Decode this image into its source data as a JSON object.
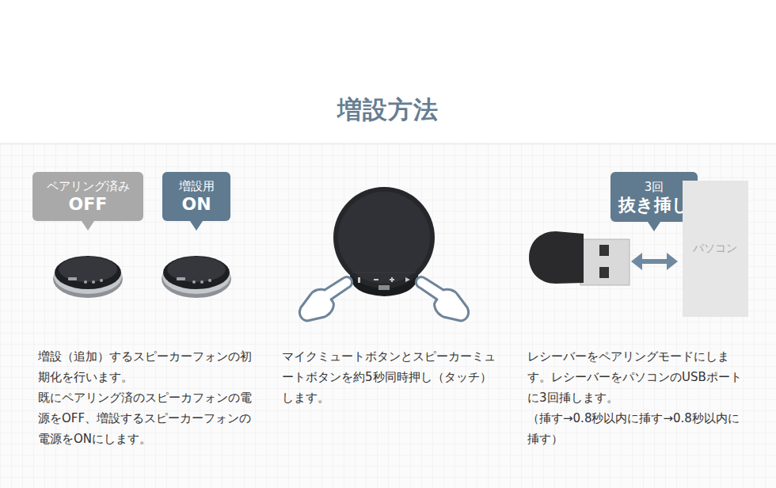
{
  "diagram": {
    "title": "増設方法",
    "nodes": [
      {
        "text": [
          "ペアリング済み",
          "OFF"
        ]
      },
      {
        "text": [
          "増設用",
          "ON"
        ]
      },
      {
        "text": [
          "3回",
          "抜き挿し"
        ]
      },
      {
        "text": [
          "パソコン"
        ]
      }
    ],
    "labels": [
      "増設（追加）するスピーカーフォンの初期化を行います。",
      "既にペアリング済のスピーカフォンの電源をOFF、増設するスピーカーフォンの電源をONにします。",
      "マイクミュートボタンとスピーカーミュートボタンを約5秒同時押し（タッチ）します。",
      "レシーバーをペアリングモードにします。レシーバーをパソコンのUSBポートに3回挿します。",
      "（挿す→0.8秒以内に挿す→0.8秒以内に挿す）"
    ]
  }
}
